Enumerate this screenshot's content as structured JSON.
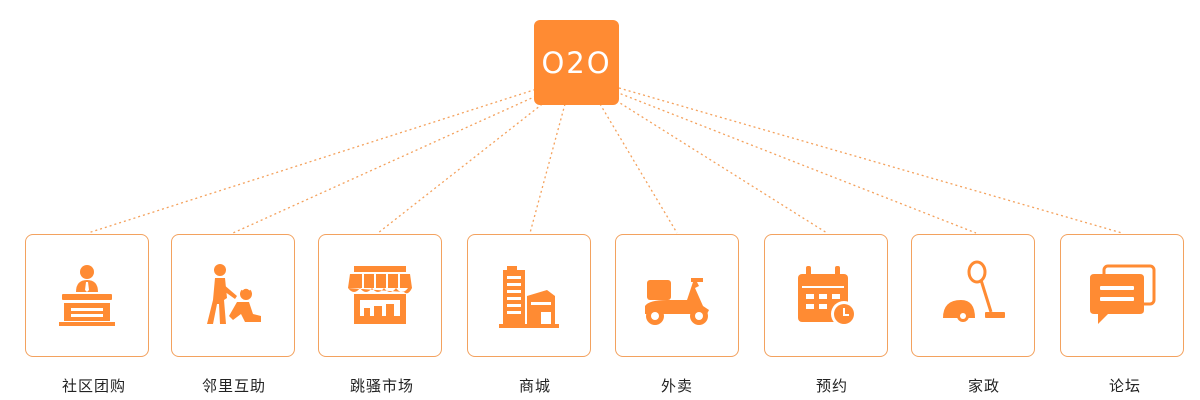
{
  "diagram": {
    "hub": {
      "label": "O2O"
    },
    "accent_color": "#ff8b33",
    "border_color": "#f3a25f",
    "line_color": "#f4a15c",
    "items": [
      {
        "label": "社区团购",
        "icon": "reception-desk-icon"
      },
      {
        "label": "邻里互助",
        "icon": "helping-hand-icon"
      },
      {
        "label": "跳骚市场",
        "icon": "market-stall-icon"
      },
      {
        "label": "商城",
        "icon": "mall-building-icon"
      },
      {
        "label": "外卖",
        "icon": "scooter-icon"
      },
      {
        "label": "预约",
        "icon": "calendar-clock-icon"
      },
      {
        "label": "家政",
        "icon": "vacuum-cleaner-icon"
      },
      {
        "label": "论坛",
        "icon": "chat-bubbles-icon"
      }
    ]
  }
}
